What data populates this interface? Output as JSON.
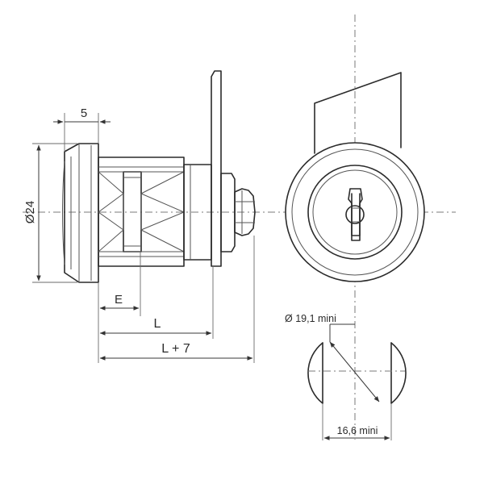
{
  "dimensions": {
    "flange_width": "5",
    "flange_diameter": "Ø24",
    "e": "E",
    "l": "L",
    "l_plus_7": "L + 7",
    "cutout_diameter": "Ø 19,1 mini",
    "cutout_flat": "16,6 mini"
  }
}
